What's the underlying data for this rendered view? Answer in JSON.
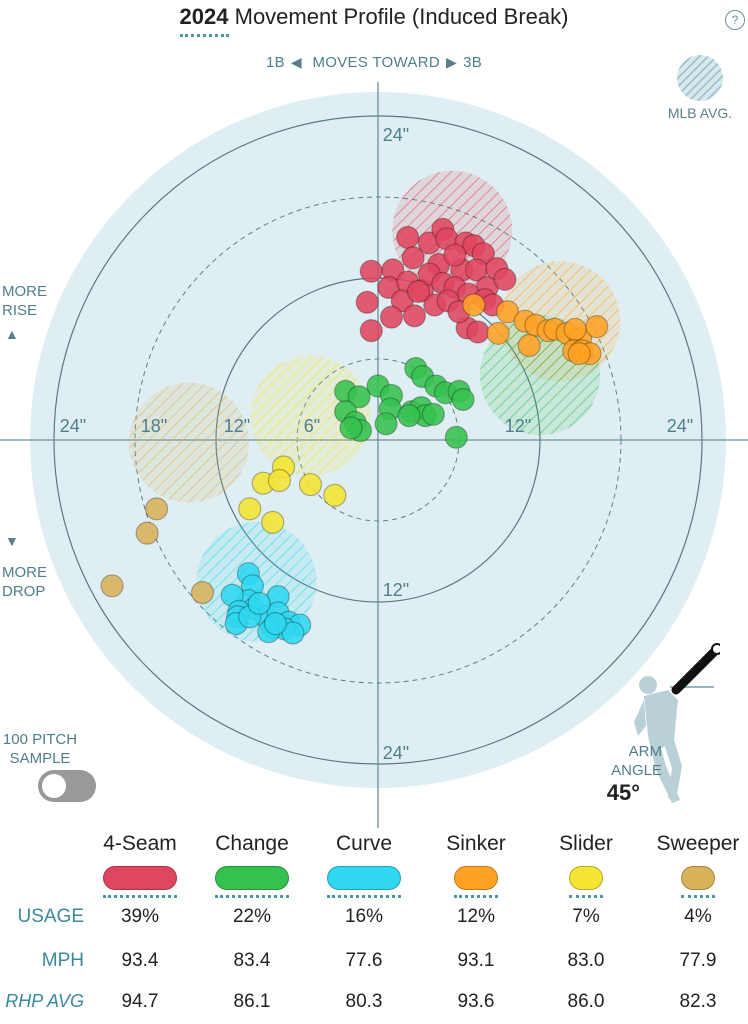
{
  "header": {
    "year": "2024",
    "title": "Movement Profile (Induced Break)",
    "help_icon": "?"
  },
  "direction": {
    "left": "1B",
    "middle": "MOVES TOWARD",
    "right": "3B"
  },
  "mlb_avg_label": "MLB AVG.",
  "vertical_labels": {
    "up_line1": "MORE",
    "up_line2": "RISE",
    "down_line1": "MORE",
    "down_line2": "DROP"
  },
  "ring_labels": {
    "top": "24\"",
    "bottom_12": "12\"",
    "bottom_24": "24\"",
    "left_24": "24\"",
    "left_18": "18\"",
    "left_12": "12\"",
    "left_6": "6\"",
    "right_12": "12\"",
    "right_24": "24\""
  },
  "sample": {
    "line1": "100 PITCH",
    "line2": "SAMPLE",
    "toggle_on": false
  },
  "arm_angle": {
    "line1": "ARM",
    "line2": "ANGLE",
    "value": "45°",
    "degrees": 45
  },
  "colors": {
    "4-Seam": "#e0465e",
    "Change": "#35c14f",
    "Curve": "#2fd7ef",
    "Sinker": "#ffa224",
    "Slider": "#f5e432",
    "Sweeper": "#d9b25a",
    "plot_bg": "#dfeef2",
    "accent": "#3a8a9a"
  },
  "table": {
    "row_labels": {
      "usage": "USAGE",
      "mph": "MPH",
      "rhp_avg": "RHP AVG"
    },
    "pitches": [
      {
        "name": "4-Seam",
        "usage": "39%",
        "mph": "93.4",
        "rhp_avg": "94.7"
      },
      {
        "name": "Change",
        "usage": "22%",
        "mph": "83.4",
        "rhp_avg": "86.1"
      },
      {
        "name": "Curve",
        "usage": "16%",
        "mph": "77.6",
        "rhp_avg": "80.3"
      },
      {
        "name": "Sinker",
        "usage": "12%",
        "mph": "93.1",
        "rhp_avg": "93.6"
      },
      {
        "name": "Slider",
        "usage": "7%",
        "mph": "83.0",
        "rhp_avg": "86.0"
      },
      {
        "name": "Sweeper",
        "usage": "4%",
        "mph": "77.9",
        "rhp_avg": "82.3"
      }
    ]
  },
  "chart_data": {
    "type": "scatter",
    "title": "Movement Profile (Induced Break)",
    "units": "inches",
    "xlabel": "1B ◀ MOVES TOWARD ▶ 3B",
    "x_ticks": [
      "24\"",
      "18\"",
      "12\"",
      "6\"",
      "12\"",
      "24\""
    ],
    "y_ticks": [
      "24\"",
      "12\"",
      "24\""
    ],
    "rings": [
      6,
      12,
      18,
      24
    ],
    "mlb_avg": [
      {
        "pitch": "4-Seam",
        "x": 5.5,
        "y": 15.5
      },
      {
        "pitch": "Sinker",
        "x": 13.5,
        "y": 8.8
      },
      {
        "pitch": "Change",
        "x": 12.0,
        "y": 4.8
      },
      {
        "pitch": "Slider",
        "x": -5.0,
        "y": 1.8
      },
      {
        "pitch": "Sweeper",
        "x": -14.0,
        "y": -0.2
      },
      {
        "pitch": "Curve",
        "x": -9.0,
        "y": -10.5
      }
    ],
    "series": [
      {
        "name": "4-Seam",
        "points": [
          [
            2.2,
            15.0
          ],
          [
            3.8,
            14.6
          ],
          [
            4.8,
            15.6
          ],
          [
            5.1,
            14.9
          ],
          [
            6.5,
            14.6
          ],
          [
            7.1,
            14.4
          ],
          [
            7.8,
            13.8
          ],
          [
            6.2,
            12.6
          ],
          [
            2.6,
            13.5
          ],
          [
            4.5,
            13.0
          ],
          [
            5.7,
            13.7
          ],
          [
            7.3,
            12.6
          ],
          [
            8.1,
            11.3
          ],
          [
            8.8,
            12.7
          ],
          [
            9.4,
            11.9
          ],
          [
            1.1,
            12.6
          ],
          [
            -0.5,
            12.5
          ],
          [
            0.8,
            11.3
          ],
          [
            2.2,
            11.7
          ],
          [
            3.3,
            11.1
          ],
          [
            3.8,
            12.3
          ],
          [
            4.8,
            11.6
          ],
          [
            5.7,
            11.3
          ],
          [
            6.7,
            10.8
          ],
          [
            7.9,
            10.4
          ],
          [
            1.8,
            10.3
          ],
          [
            -0.8,
            10.2
          ],
          [
            -0.5,
            8.1
          ],
          [
            2.7,
            9.2
          ],
          [
            4.2,
            10.0
          ],
          [
            6.6,
            8.3
          ],
          [
            7.4,
            8.0
          ],
          [
            1.0,
            9.1
          ],
          [
            3.0,
            11.0
          ],
          [
            5.2,
            10.3
          ],
          [
            8.5,
            10.0
          ],
          [
            6.0,
            9.5
          ]
        ]
      },
      {
        "name": "Change",
        "points": [
          [
            2.8,
            5.3
          ],
          [
            3.3,
            4.7
          ],
          [
            4.3,
            4.0
          ],
          [
            5.0,
            3.5
          ],
          [
            6.0,
            3.6
          ],
          [
            6.3,
            3.0
          ],
          [
            0.0,
            4.0
          ],
          [
            1.0,
            3.3
          ],
          [
            -2.4,
            3.6
          ],
          [
            -1.4,
            3.2
          ],
          [
            -2.4,
            2.1
          ],
          [
            -1.7,
            1.3
          ],
          [
            -1.3,
            0.7
          ],
          [
            -2.0,
            0.9
          ],
          [
            0.9,
            2.3
          ],
          [
            0.6,
            1.2
          ],
          [
            2.5,
            2.1
          ],
          [
            3.2,
            2.4
          ],
          [
            3.5,
            1.8
          ],
          [
            4.1,
            1.9
          ],
          [
            2.3,
            1.8
          ],
          [
            5.8,
            0.2
          ]
        ]
      },
      {
        "name": "Curve",
        "points": [
          [
            -9.6,
            -9.9
          ],
          [
            -9.3,
            -10.8
          ],
          [
            -9.6,
            -11.9
          ],
          [
            -10.8,
            -11.5
          ],
          [
            -9.2,
            -12.5
          ],
          [
            -7.4,
            -11.6
          ],
          [
            -10.3,
            -12.7
          ],
          [
            -8.3,
            -13.1
          ],
          [
            -7.4,
            -12.8
          ],
          [
            -6.6,
            -13.5
          ],
          [
            -7.8,
            -13.9
          ],
          [
            -10.4,
            -13.1
          ],
          [
            -10.5,
            -13.6
          ],
          [
            -5.8,
            -13.7
          ],
          [
            -6.9,
            -14.0
          ],
          [
            -6.3,
            -14.3
          ],
          [
            -8.1,
            -14.2
          ],
          [
            -9.5,
            -13.1
          ],
          [
            -8.8,
            -12.1
          ],
          [
            -7.6,
            -13.6
          ]
        ]
      },
      {
        "name": "Sinker",
        "points": [
          [
            7.1,
            10.0
          ],
          [
            9.6,
            9.5
          ],
          [
            10.9,
            8.8
          ],
          [
            11.7,
            8.5
          ],
          [
            12.6,
            8.1
          ],
          [
            13.1,
            8.2
          ],
          [
            14.0,
            7.9
          ],
          [
            15.0,
            7.5
          ],
          [
            16.2,
            8.4
          ],
          [
            14.6,
            8.2
          ],
          [
            8.9,
            7.9
          ],
          [
            11.2,
            7.0
          ],
          [
            14.5,
            6.6
          ],
          [
            15.1,
            6.6
          ],
          [
            15.7,
            6.4
          ],
          [
            14.9,
            6.4
          ]
        ]
      },
      {
        "name": "Slider",
        "points": [
          [
            -7.0,
            -2.0
          ],
          [
            -8.5,
            -3.2
          ],
          [
            -7.3,
            -3.0
          ],
          [
            -5.0,
            -3.3
          ],
          [
            -3.2,
            -4.1
          ],
          [
            -9.5,
            -5.1
          ],
          [
            -7.8,
            -6.1
          ]
        ]
      },
      {
        "name": "Sweeper",
        "points": [
          [
            -16.4,
            -5.1
          ],
          [
            -17.1,
            -6.9
          ],
          [
            -19.7,
            -10.8
          ],
          [
            -13.0,
            -11.3
          ]
        ]
      }
    ]
  }
}
